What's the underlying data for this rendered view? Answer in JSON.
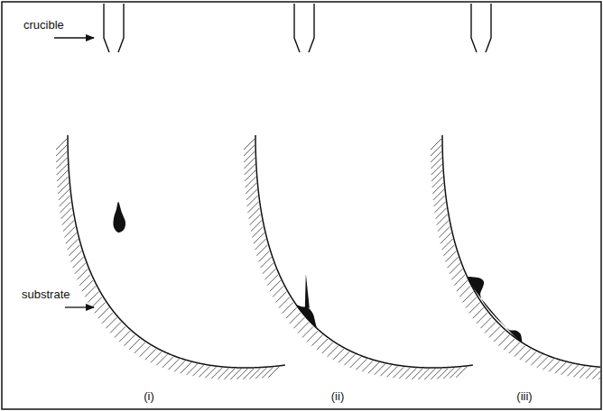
{
  "diagram": {
    "labels": [
      "crucible",
      "substrate",
      "(i)",
      "(ii)",
      "(iii)"
    ]
  }
}
